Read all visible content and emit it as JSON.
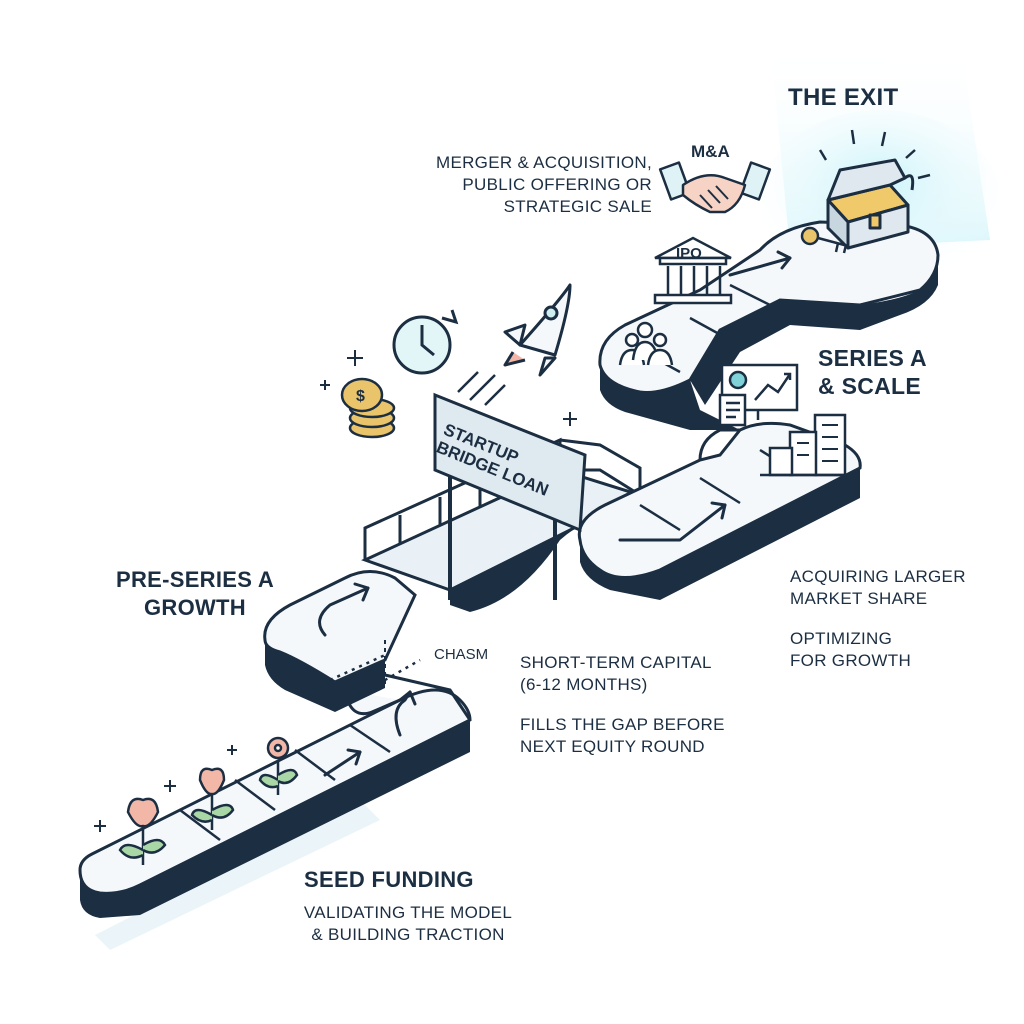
{
  "stages": {
    "exit": {
      "title": "THE EXIT"
    },
    "exit_note": {
      "lines": [
        "MERGER & ACQUISITION,",
        "PUBLIC OFFERING OR",
        "STRATEGIC SALE"
      ]
    },
    "ma_label": "M&A",
    "ipo_label": "IPO",
    "series_a": {
      "title_lines": [
        "SERIES A",
        "& SCALE"
      ]
    },
    "series_a_notes": [
      {
        "lines": [
          "ACQUIRING LARGER",
          "MARKET SHARE"
        ]
      },
      {
        "lines": [
          "OPTIMIZING",
          "FOR GROWTH"
        ]
      }
    ],
    "bridge": {
      "sign_lines": [
        "STARTUP",
        "BRIDGE LOAN"
      ]
    },
    "chasm_label": "CHASM",
    "bridge_notes": [
      {
        "lines": [
          "SHORT-TERM CAPITAL",
          "(6-12 MONTHS)"
        ]
      },
      {
        "lines": [
          "FILLS THE GAP BEFORE",
          "NEXT EQUITY ROUND"
        ]
      }
    ],
    "pre_series": {
      "title_lines": [
        "PRE-SERIES A",
        "GROWTH"
      ]
    },
    "seed": {
      "title": "SEED FUNDING",
      "sub_lines": [
        "VALIDATING THE MODEL",
        "& BUILDING TRACTION"
      ]
    }
  },
  "colors": {
    "ink": "#1c2e42",
    "road_top": "#f4f8fb",
    "road_side": "#1c2e42",
    "glow": "#d6f5fb",
    "accent_teal": "#7fd3d8",
    "gold": "#e9c46a",
    "flower_pink": "#f3b7a8",
    "leaf_green": "#a9d8a6"
  },
  "icons": [
    "sprout-icon",
    "tulip-icon",
    "flower-icon",
    "coins-icon",
    "clock-icon",
    "rocket-icon",
    "sparkle-icon",
    "people-icon",
    "chart-board-icon",
    "buildings-icon",
    "bank-icon",
    "handshake-icon",
    "treasure-chest-icon",
    "key-icon"
  ]
}
